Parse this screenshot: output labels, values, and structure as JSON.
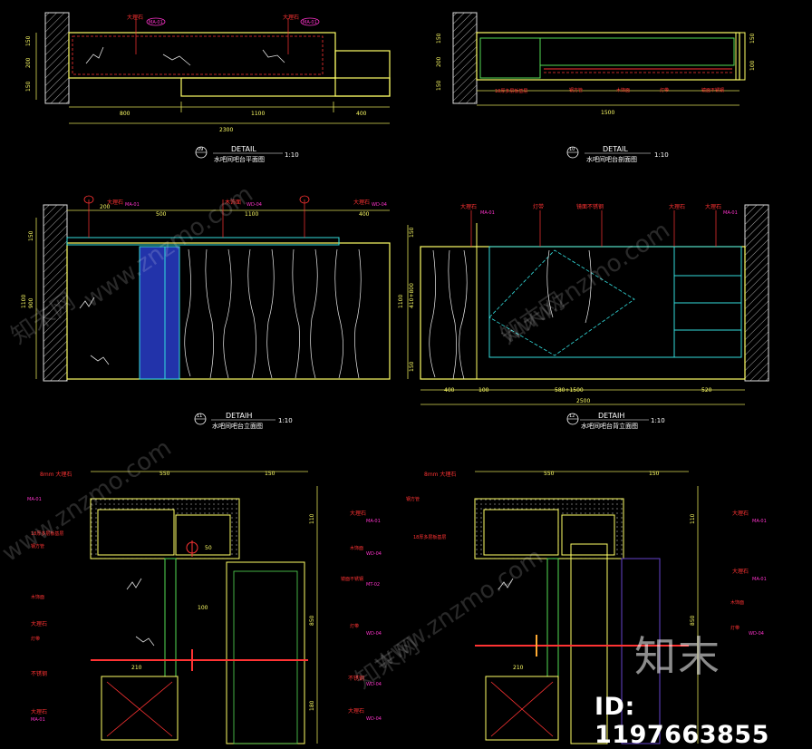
{
  "views": [
    {
      "code": "09",
      "title": "DETAIL",
      "subtitle": "水吧间吧台平面图",
      "scale": "1:10"
    },
    {
      "code": "10",
      "title": "DETAIL",
      "subtitle": "水吧间吧台剖面图",
      "scale": "1:10"
    },
    {
      "code": "11",
      "title": "DETAIH",
      "subtitle": "水吧间吧台立面图",
      "scale": "1:10"
    },
    {
      "code": "12",
      "title": "DETAIH",
      "subtitle": "水吧间吧台背立面图",
      "scale": "1:10"
    }
  ],
  "dims": {
    "plan_bottom": [
      "800",
      "1100",
      "400"
    ],
    "plan_total": "2300",
    "plan_left": [
      "150",
      "200",
      "150"
    ],
    "section_bottom": "1500",
    "section_right": [
      "150",
      "100"
    ],
    "section_left": [
      "150",
      "200",
      "150"
    ],
    "elev_top": [
      "200",
      "500",
      "1100",
      "400"
    ],
    "elev_left": [
      "150",
      "900",
      "1100"
    ],
    "back_bottom": [
      "400",
      "100",
      "580+1500",
      "520"
    ],
    "back_total": "2500",
    "back_left": [
      "150",
      "410+800",
      "1100",
      "150"
    ],
    "detail_top": [
      "550",
      "150"
    ],
    "detail_mid": [
      "100",
      "210",
      "50"
    ],
    "detail_right": [
      "110",
      "850",
      "180"
    ]
  },
  "tags": {
    "marble": "大理石",
    "steel": "不锈钢",
    "code_ma": "MA-01",
    "code_wd": "WD-04",
    "code_mt": "MT-02",
    "annotations": [
      "8mm 大理石",
      "18厚多层板基层",
      "钢方管",
      "木饰面",
      "灯带",
      "镜面不锈钢"
    ]
  },
  "watermark": {
    "brand": "知末",
    "domain": "www.znzmo.com",
    "site": "知末网",
    "id_text": "ID: 1197663855"
  },
  "colors": {
    "wall": "#ffffff",
    "yellow": "#ffff66",
    "cyan": "#33dddd",
    "green": "#55dd55",
    "red": "#ff3333",
    "magenta": "#ff33cc",
    "blue": "#2233aa",
    "white": "#e8e8e8"
  }
}
